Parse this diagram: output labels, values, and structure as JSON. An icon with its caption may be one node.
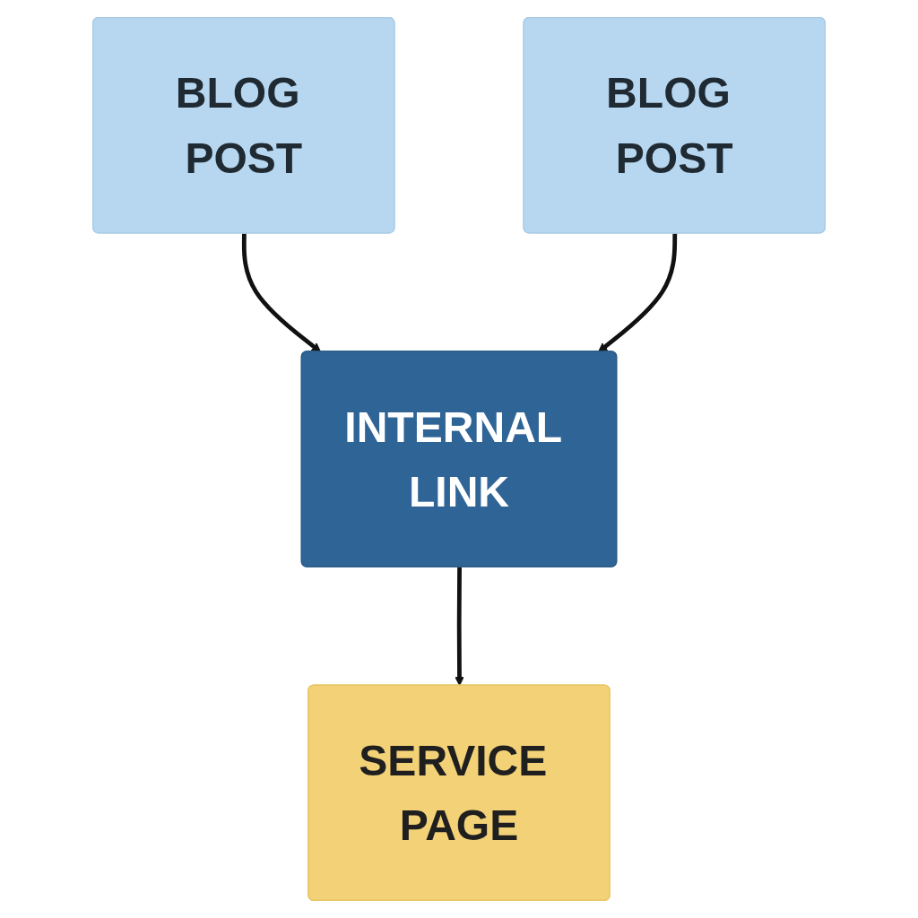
{
  "diagram": {
    "nodes": [
      {
        "text": [
          "BLOG POST"
        ]
      },
      {
        "text": [
          "BLOG POST"
        ]
      },
      {
        "text": [
          "INTERNAL LINK"
        ]
      },
      {
        "text": [
          "SERVICE PAGE"
        ]
      }
    ],
    "edges": [
      {
        "from": 0,
        "to": 2,
        "arrow": "to"
      },
      {
        "from": 1,
        "to": 2,
        "arrow": "to"
      },
      {
        "from": 2,
        "to": 3,
        "arrow": "to"
      }
    ]
  }
}
